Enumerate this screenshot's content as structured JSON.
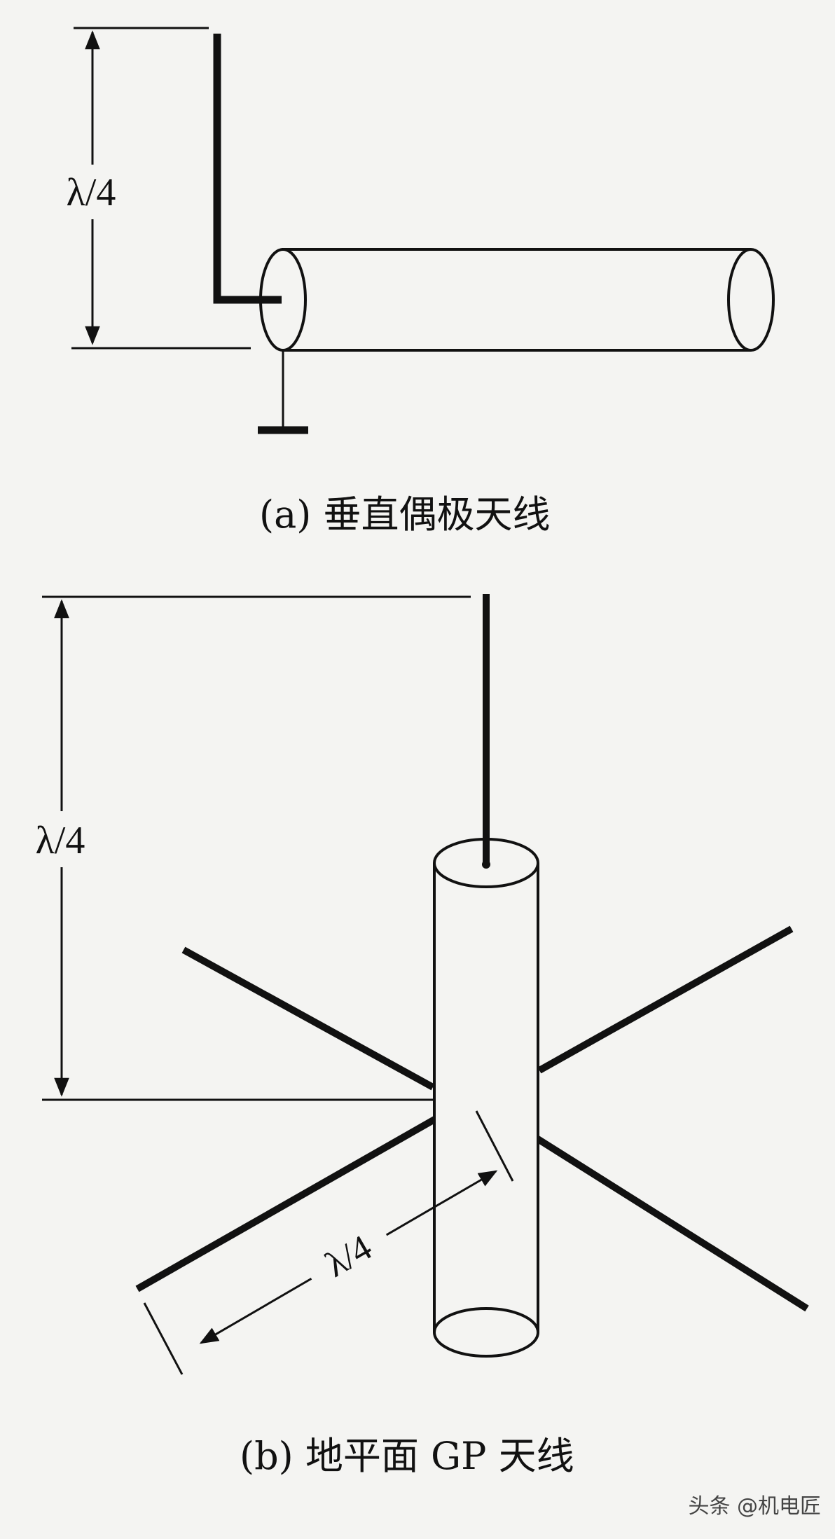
{
  "diagram_a": {
    "dimension_label": "λ/4",
    "caption": "(a) 垂直偶极天线"
  },
  "diagram_b": {
    "vertical_dimension_label": "λ/4",
    "radial_dimension_label": "λ/4",
    "caption": "(b) 地平面 GP 天线"
  },
  "watermark": "头条 @机电匠",
  "colors": {
    "ink": "#111111",
    "paper": "#f4f4f2"
  }
}
